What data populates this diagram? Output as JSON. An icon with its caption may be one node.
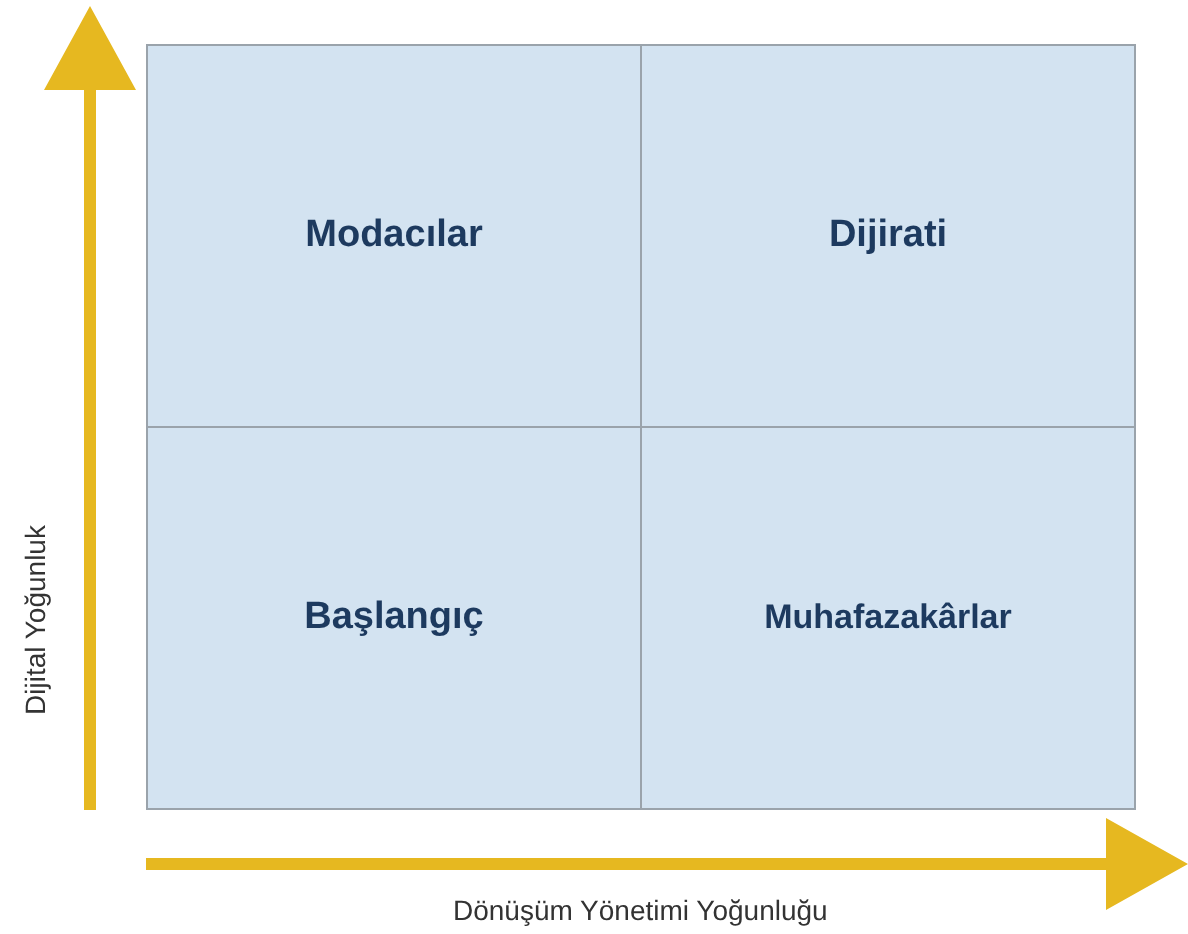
{
  "diagram": {
    "nodes": [
      {
        "text": [
          "Modacılar"
        ]
      },
      {
        "text": [
          "Dijirati"
        ]
      },
      {
        "text": [
          "Başlangıç"
        ]
      },
      {
        "text": [
          "Muhafazakârlar"
        ]
      }
    ],
    "edges": [],
    "labels": [
      "Dijital Yoğunluk",
      "Dönüşüm Yönetimi Yoğunluğu"
    ]
  }
}
